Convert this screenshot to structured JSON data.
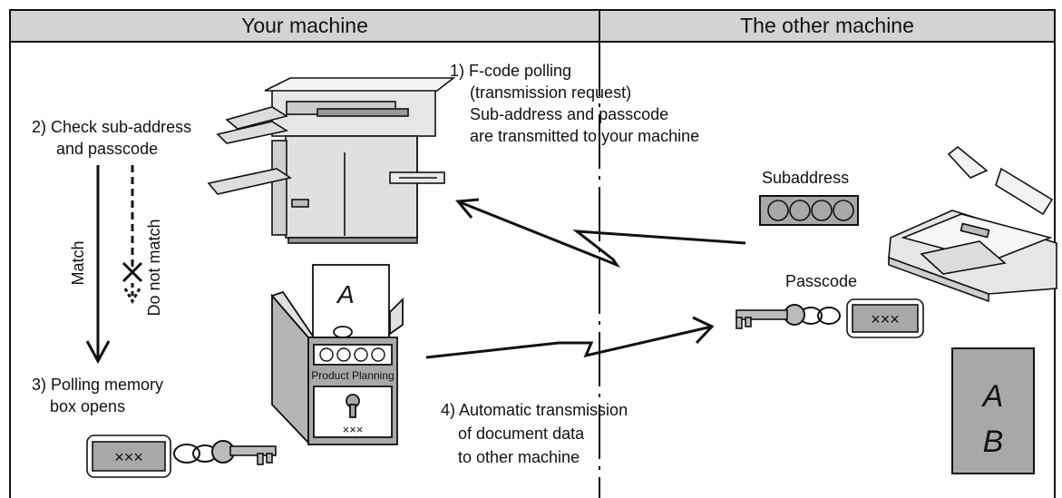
{
  "header": {
    "left": "Your machine",
    "right": "The other machine"
  },
  "steps": {
    "step1": [
      "1) F-code polling",
      "(transmission request)",
      "Sub-address and passcode",
      "are transmitted to your machine"
    ],
    "step2": [
      "2) Check sub-address",
      "and passcode"
    ],
    "step3": [
      "3) Polling memory",
      "box opens"
    ],
    "step4": [
      "4) Automatic transmission",
      "of document data",
      "to other machine"
    ]
  },
  "labels": {
    "match": "Match",
    "do_not_match": "Do not match",
    "subaddress": "Subaddress",
    "passcode": "Passcode",
    "box_name": "Product Planning",
    "x_mark": "×××",
    "doc_letters": [
      "A",
      "B"
    ],
    "doc_letter_box": "A"
  },
  "icons": [
    "copier-icon",
    "fax-machine-icon",
    "key-icon",
    "memory-box-icon",
    "lightning-arrow-icon"
  ],
  "colors": {
    "header_bg": "#d3d3d3",
    "line": "#111111",
    "doc_gray": "#a8a8a8"
  }
}
